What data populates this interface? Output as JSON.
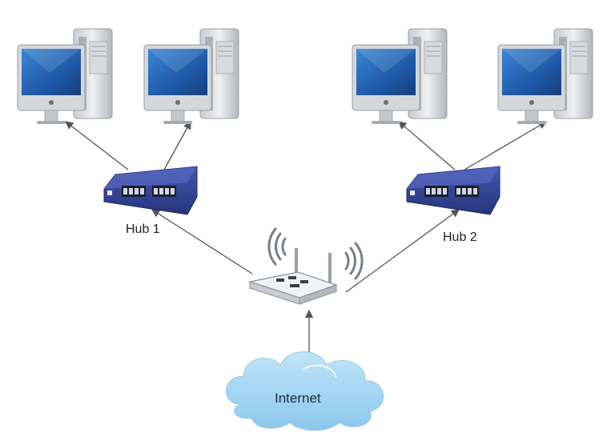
{
  "diagram": {
    "labels": {
      "hub1": "Hub 1",
      "hub2": "Hub 2",
      "internet": "Internet"
    },
    "nodes": [
      {
        "id": "computer-1",
        "kind": "computer"
      },
      {
        "id": "computer-2",
        "kind": "computer"
      },
      {
        "id": "computer-3",
        "kind": "computer"
      },
      {
        "id": "computer-4",
        "kind": "computer"
      },
      {
        "id": "hub-1",
        "kind": "hub"
      },
      {
        "id": "hub-2",
        "kind": "hub"
      },
      {
        "id": "router",
        "kind": "wireless-router"
      },
      {
        "id": "internet-cloud",
        "kind": "cloud"
      }
    ],
    "connections": [
      {
        "from": "internet-cloud",
        "to": "router"
      },
      {
        "from": "router",
        "to": "hub-1"
      },
      {
        "from": "router",
        "to": "hub-2"
      },
      {
        "from": "hub-1",
        "to": "computer-1"
      },
      {
        "from": "hub-1",
        "to": "computer-2"
      },
      {
        "from": "hub-2",
        "to": "computer-3"
      },
      {
        "from": "hub-2",
        "to": "computer-4"
      }
    ],
    "colors": {
      "hub": "#2f3f8f",
      "screen": "#1f5aa8",
      "cloud": "#9fd3f2",
      "arrow": "#555555"
    }
  }
}
